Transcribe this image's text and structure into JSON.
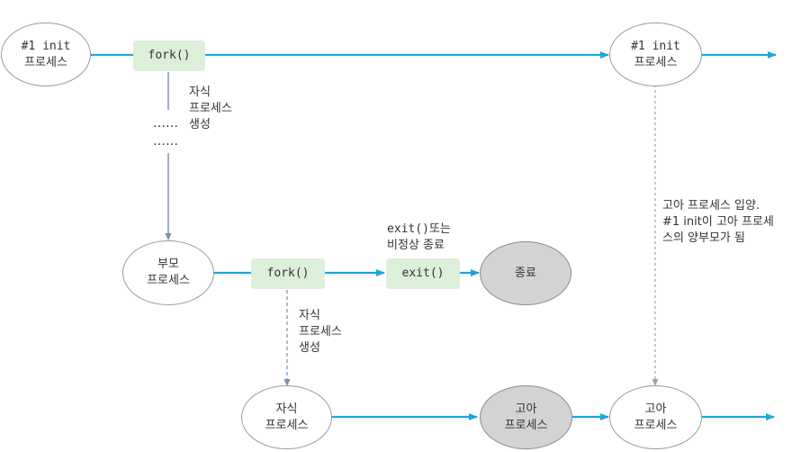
{
  "colors": {
    "flow": "#1aa7e0",
    "spawn": "#7d8ea8",
    "adopt": "#9aa3ad",
    "box_fill": "#dcefd8",
    "terminated_fill": "#d3d3d3"
  },
  "nodes": {
    "init_start": {
      "line1": "#1 init",
      "line2": "프로세스"
    },
    "fork_top": "fork()",
    "init_end": {
      "line1": "#1 init",
      "line2": "프로세스"
    },
    "parent": {
      "line1": "부모",
      "line2": "프로세스"
    },
    "fork_mid": "fork()",
    "exit_box": "exit()",
    "terminated": "종료",
    "child": {
      "line1": "자식",
      "line2": "프로세스"
    },
    "orphan_gray": {
      "line1": "고아",
      "line2": "프로세스"
    },
    "orphan_white": {
      "line1": "고아",
      "line2": "프로세스"
    }
  },
  "labels": {
    "spawn_top": [
      "자식",
      "프로세스",
      "생성"
    ],
    "exit_note": [
      "exit()또는",
      "비정상 종료"
    ],
    "spawn_mid": [
      "자식",
      "프로세스",
      "생성"
    ],
    "adoption": [
      "고아 프로세스 입양.",
      "#1 init이 고아 프로세",
      "스의 양부모가 됨"
    ],
    "dots": [
      "……",
      "……"
    ]
  }
}
